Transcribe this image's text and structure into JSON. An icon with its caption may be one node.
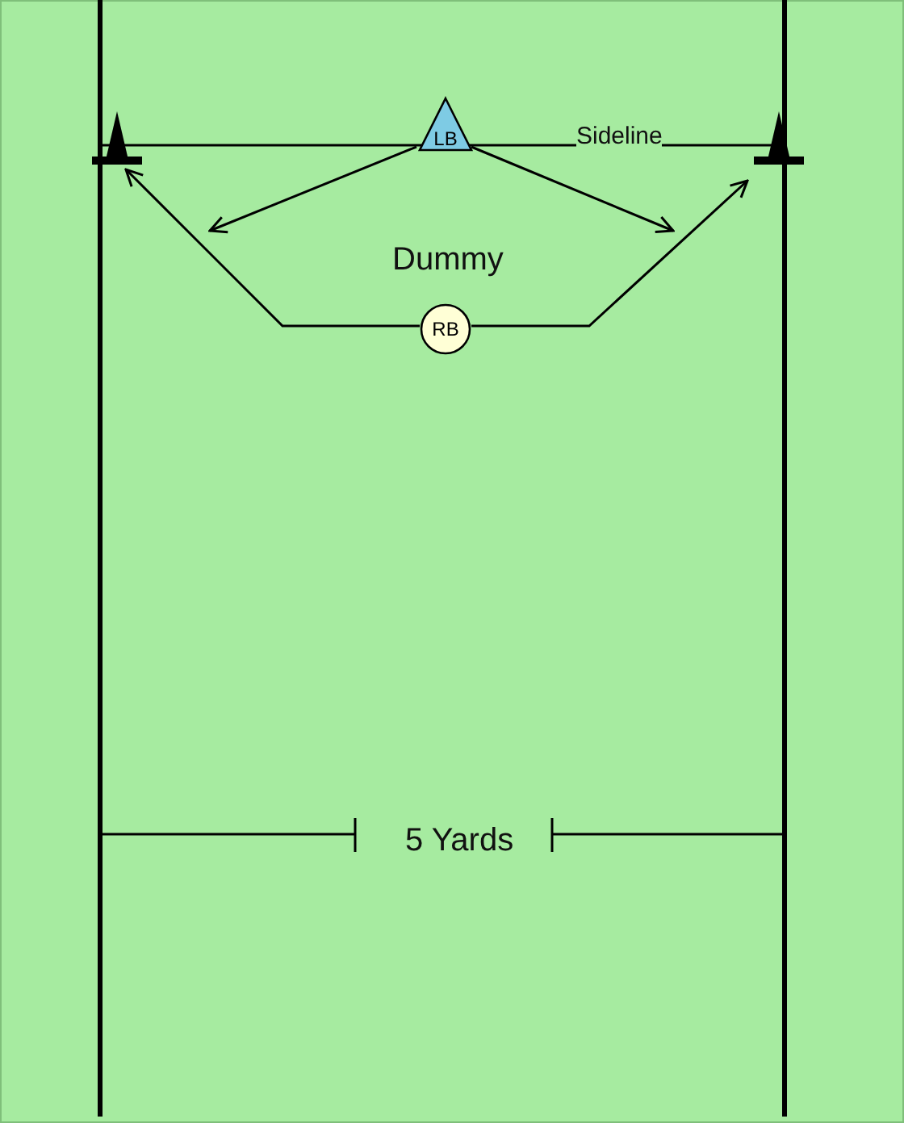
{
  "diagram": {
    "nodes": [
      {
        "text": [
          "LB"
        ]
      },
      {
        "text": [
          "RB"
        ]
      },
      {
        "text": [],
        "shape": "cone"
      },
      {
        "text": [],
        "shape": "cone"
      }
    ],
    "edges": [
      {
        "from": 1,
        "to": 2,
        "arrow": "to"
      },
      {
        "from": 1,
        "to": 3,
        "arrow": "to"
      },
      {
        "from": 0,
        "to": null,
        "arrow": "to"
      },
      {
        "from": 0,
        "to": null,
        "arrow": "to"
      }
    ],
    "labels": [
      "Sideline",
      "Dummy",
      "5 Yards"
    ]
  }
}
